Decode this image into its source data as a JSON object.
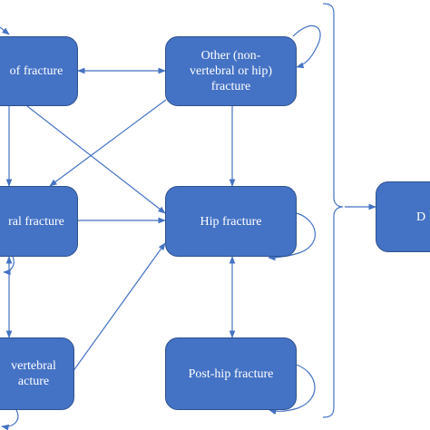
{
  "diagram": {
    "colors": {
      "box_fill": "#4472c4",
      "box_border": "#2f528f",
      "arrow": "#4472c4",
      "bracket": "#4472c4"
    },
    "nodes": [
      {
        "id": "no-fracture",
        "label": "of fracture"
      },
      {
        "id": "other-fracture",
        "label": "Other (non-\nvertebral or hip)\nfracture"
      },
      {
        "id": "vertebral-fracture",
        "label": "ral fracture"
      },
      {
        "id": "hip-fracture",
        "label": "Hip fracture"
      },
      {
        "id": "post-vertebral",
        "label": "vertebral\nacture"
      },
      {
        "id": "post-hip",
        "label": "Post-hip fracture"
      },
      {
        "id": "death",
        "label": "D"
      }
    ]
  }
}
